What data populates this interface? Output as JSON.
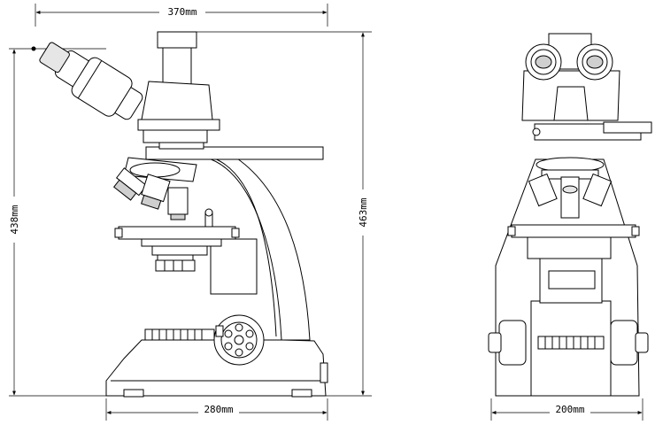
{
  "dimensions": {
    "top_width": "370mm",
    "left_height": "438mm",
    "right_height": "463mm",
    "side_base_width": "280mm",
    "front_base_width": "200mm"
  }
}
